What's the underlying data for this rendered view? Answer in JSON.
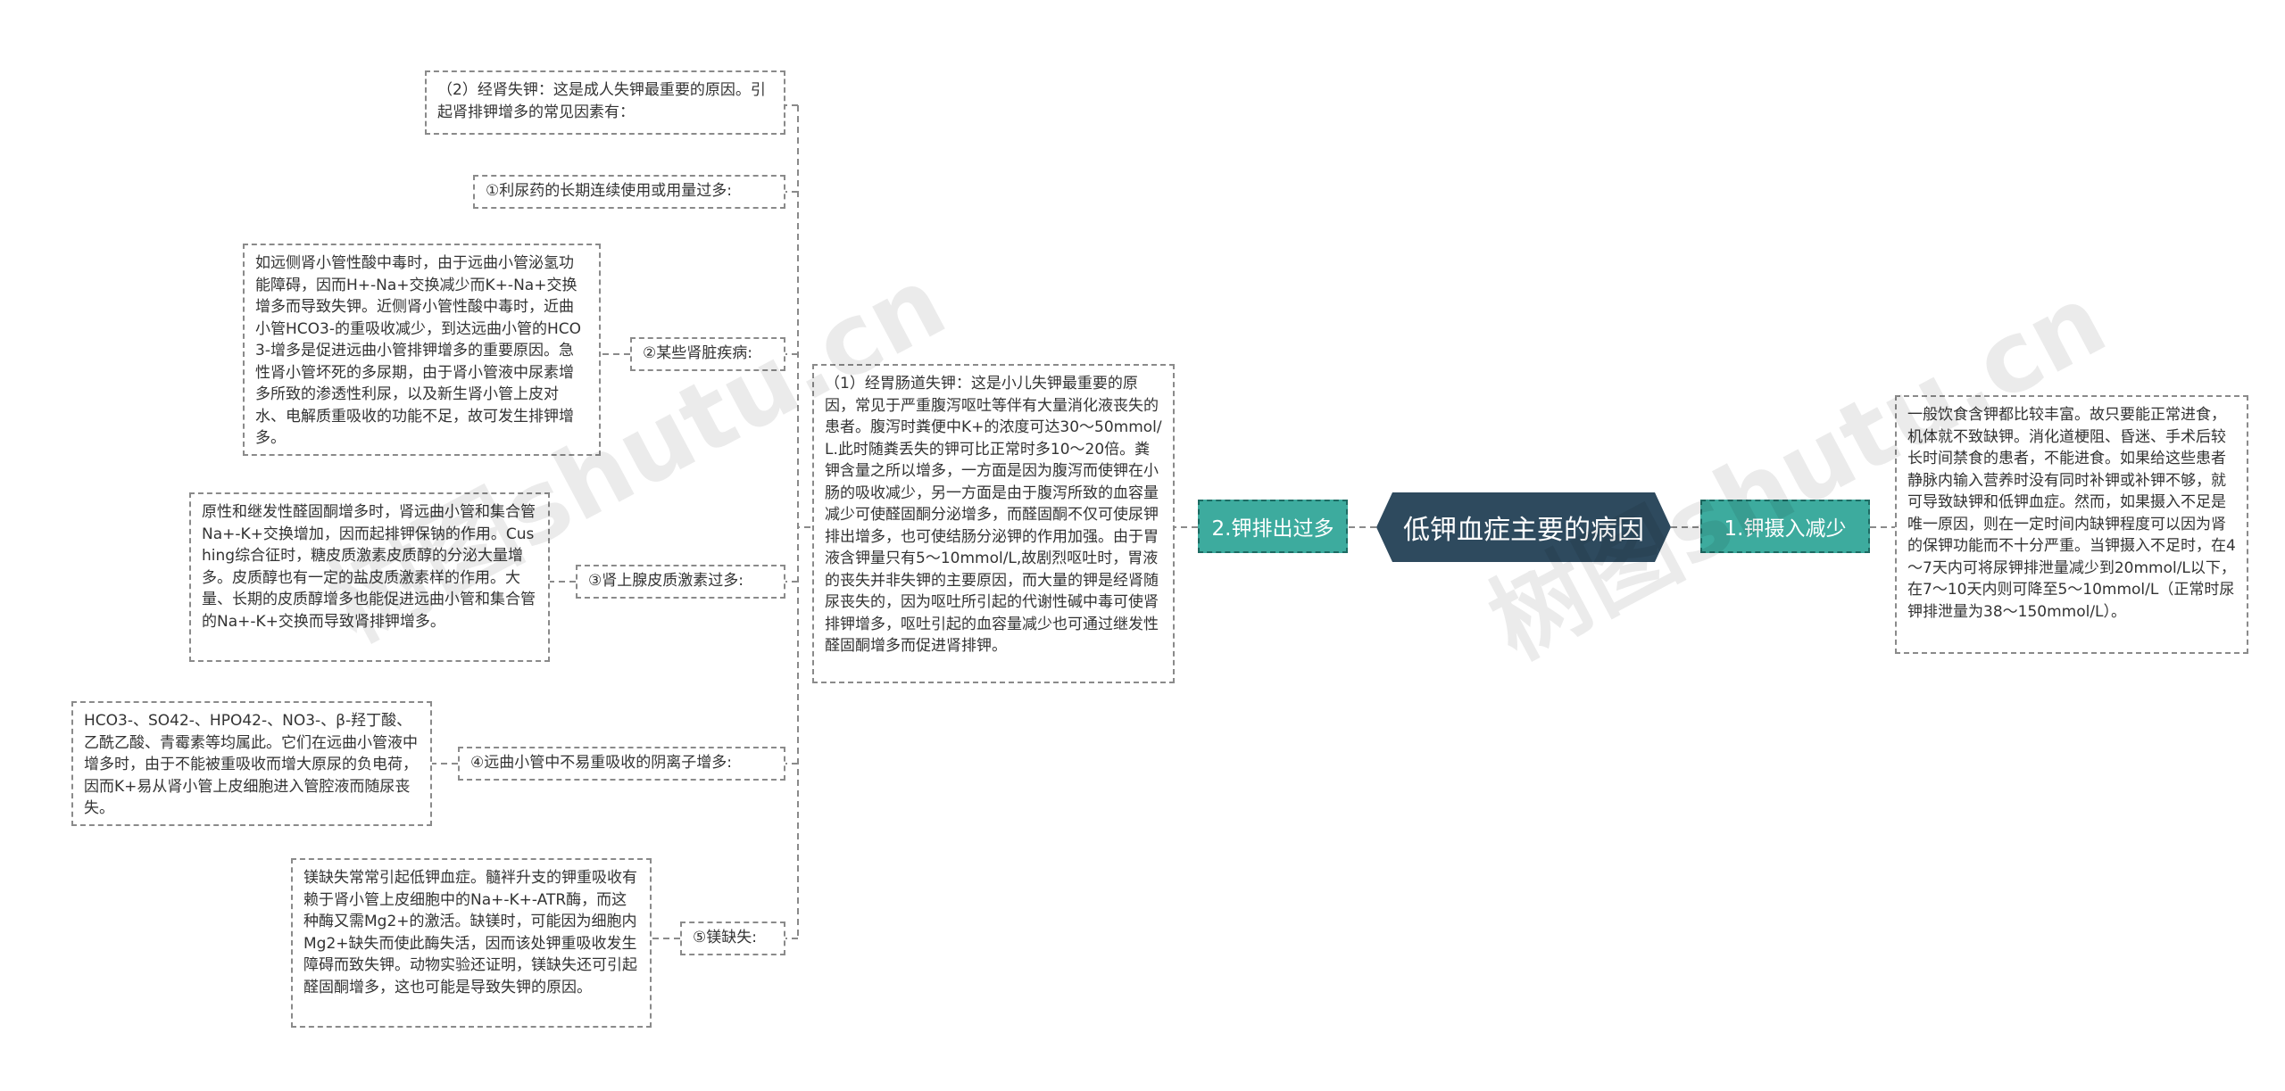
{
  "center": {
    "title": "低钾血症主要的病因"
  },
  "right": {
    "branch": "1.钾摄入减少",
    "detail": "一般饮食含钾都比较丰富。故只要能正常进食，机体就不致缺钾。消化道梗阻、昏迷、手术后较长时间禁食的患者，不能进食。如果给这些患者静脉内输入营养时没有同时补钾或补钾不够，就可导致缺钾和低钾血症。然而，如果摄入不足是唯一原因，则在一定时间内缺钾程度可以因为肾的保钾功能而不十分严重。当钾摄入不足时，在4～7天内可将尿钾排泄量减少到20mmol/L以下，在7～10天内则可降至5～10mmol/L（正常时尿钾排泄量为38～150mmol/L）。"
  },
  "left": {
    "branch": "2.钾排出过多",
    "gi": "（1）经胃肠道失钾：这是小儿失钾最重要的原因，常见于严重腹泻呕吐等伴有大量消化液丧失的患者。腹泻时粪便中K+的浓度可达30～50mmol/L.此时随粪丢失的钾可比正常时多10～20倍。粪钾含量之所以增多，一方面是因为腹泻而使钾在小肠的吸收减少，另一方面是由于腹泻所致的血容量减少可使醛固酮分泌增多，而醛固酮不仅可使尿钾排出增多，也可使结肠分泌钾的作用加强。由于胃液含钾量只有5～10mmol/L,故剧烈呕吐时，胃液的丧失并非失钾的主要原因，而大量的钾是经肾随尿丧失的，因为呕吐所引起的代谢性碱中毒可使肾排钾增多，呕吐引起的血容量减少也可通过继发性醛固酮增多而促进肾排钾。",
    "renal_intro": "（2）经肾失钾：这是成人失钾最重要的原因。引起肾排钾增多的常见因素有：",
    "items": [
      {
        "label": "①利尿药的长期连续使用或用量过多:",
        "detail": ""
      },
      {
        "label": "②某些肾脏疾病:",
        "detail": "如远侧肾小管性酸中毒时，由于远曲小管泌氢功能障碍，因而H+-Na+交换减少而K+-Na+交换增多而导致失钾。近侧肾小管性酸中毒时，近曲小管HCO3-的重吸收减少，到达远曲小管的HCO3-增多是促进远曲小管排钾增多的重要原因。急性肾小管坏死的多尿期，由于肾小管液中尿素增多所致的渗透性利尿，以及新生肾小管上皮对水、电解质重吸收的功能不足，故可发生排钾增多。"
      },
      {
        "label": "③肾上腺皮质激素过多:",
        "detail": "原性和继发性醛固酮增多时，肾远曲小管和集合管Na+-K+交换增加，因而起排钾保钠的作用。Cushing综合征时，糖皮质激素皮质醇的分泌大量增多。皮质醇也有一定的盐皮质激素样的作用。大量、长期的皮质醇增多也能促进远曲小管和集合管的Na+-K+交换而导致肾排钾增多。"
      },
      {
        "label": "④远曲小管中不易重吸收的阴离子增多:",
        "detail": "HCO3-、SO42-、HPO42-、NO3-、β-羟丁酸、乙酰乙酸、青霉素等均属此。它们在远曲小管液中增多时，由于不能被重吸收而增大原尿的负电荷，因而K+易从肾小管上皮细胞进入管腔液而随尿丧失。"
      },
      {
        "label": "⑤镁缺失:",
        "detail": "镁缺失常常引起低钾血症。髓袢升支的钾重吸收有赖于肾小管上皮细胞中的Na+-K+-ATR酶，而这种酶又需Mg2+的激活。缺镁时，可能因为细胞内Mg2+缺失而使此酶失活，因而该处钾重吸收发生障碍而致失钾。动物实验还证明，镁缺失还可引起醛固酮增多，这也可能是导致失钾的原因。"
      }
    ]
  },
  "watermarks": [
    "树图shutu.cn",
    "树图shutu.cn"
  ],
  "colors": {
    "root": "#2e4a5e",
    "branch": "#3dab9e",
    "line": "#8a8a8a"
  }
}
